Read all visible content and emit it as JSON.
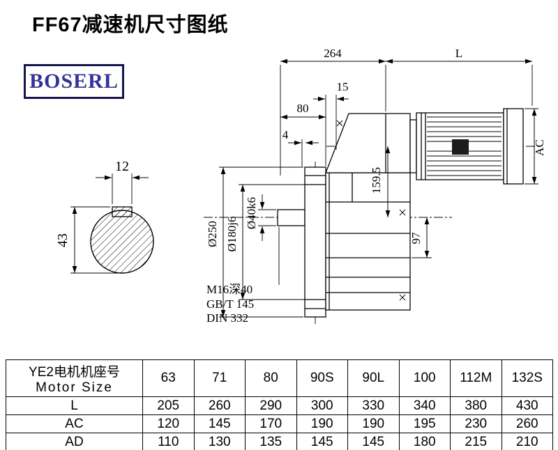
{
  "page": {
    "title": "FF67减速机尺寸图纸"
  },
  "logo": {
    "text": "BOSERL",
    "color": "#333399",
    "border_color": "#16164e"
  },
  "drawing": {
    "dims": {
      "overall_264": "264",
      "motor_length": "L",
      "dim_15": "15",
      "dim_80": "80",
      "dim_4": "4",
      "motor_diameter": "AC",
      "axis_offset": "159.5",
      "dim_97": "97",
      "flange_od": "Ø250",
      "spigot_dia": "Ø180j6",
      "shaft_dia": "Ø40k6",
      "key_width": "12",
      "shaft_key_height": "43"
    },
    "notes": {
      "tap": "M16深40",
      "std1": "GB/T 145",
      "std2": "DIN 332"
    }
  },
  "table": {
    "header_cn": "YE2电机机座号",
    "header_en": "Motor Size",
    "sizes": [
      "63",
      "71",
      "80",
      "90S",
      "90L",
      "100",
      "112M",
      "132S"
    ],
    "rows": [
      {
        "label": "L",
        "values": [
          "205",
          "260",
          "290",
          "300",
          "330",
          "340",
          "380",
          "430"
        ]
      },
      {
        "label": "AC",
        "values": [
          "120",
          "145",
          "170",
          "190",
          "190",
          "195",
          "230",
          "260"
        ]
      },
      {
        "label": "AD",
        "values": [
          "110",
          "130",
          "135",
          "145",
          "145",
          "180",
          "215",
          "210"
        ]
      }
    ]
  }
}
